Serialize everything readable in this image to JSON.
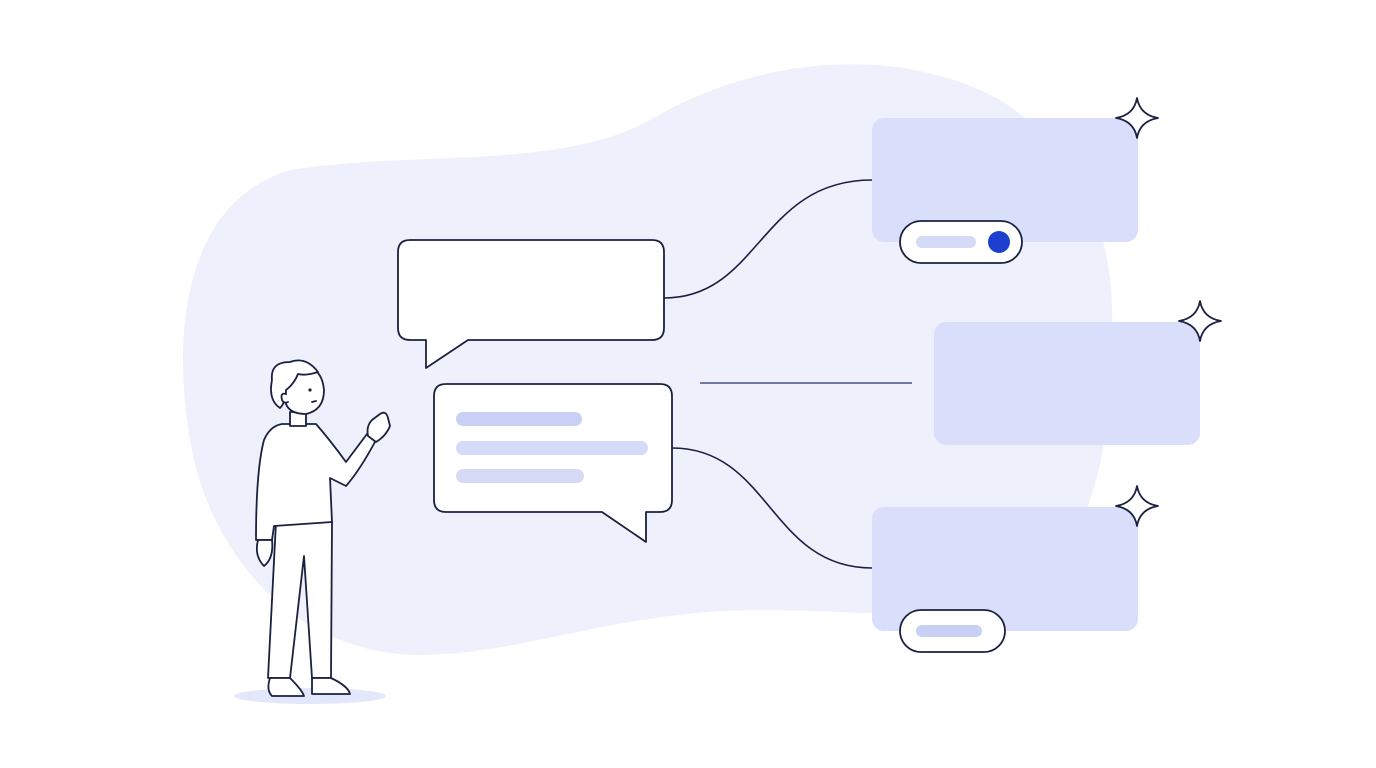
{
  "palette": {
    "background": "#ffffff",
    "blob": "#eef1fc",
    "card_fill": "#d9defa",
    "ink": "#1a2040",
    "placeholder_bar": "#c9d0f5",
    "toggle_active_dot": "#1d3fcf",
    "shadow": "#e3e7fb"
  },
  "illustration": {
    "person": {
      "pose": "waving",
      "icon": "person-waving"
    },
    "speech_bubbles": [
      {
        "role": "empty-bubble",
        "line_count": 0
      },
      {
        "role": "text-bubble",
        "line_count": 3
      }
    ],
    "cards": [
      {
        "role": "card-top",
        "sparkle": true,
        "toggle": {
          "state": "on"
        }
      },
      {
        "role": "card-middle",
        "sparkle": true
      },
      {
        "role": "card-bottom",
        "sparkle": true,
        "toggle": {
          "state": "off"
        }
      }
    ]
  }
}
